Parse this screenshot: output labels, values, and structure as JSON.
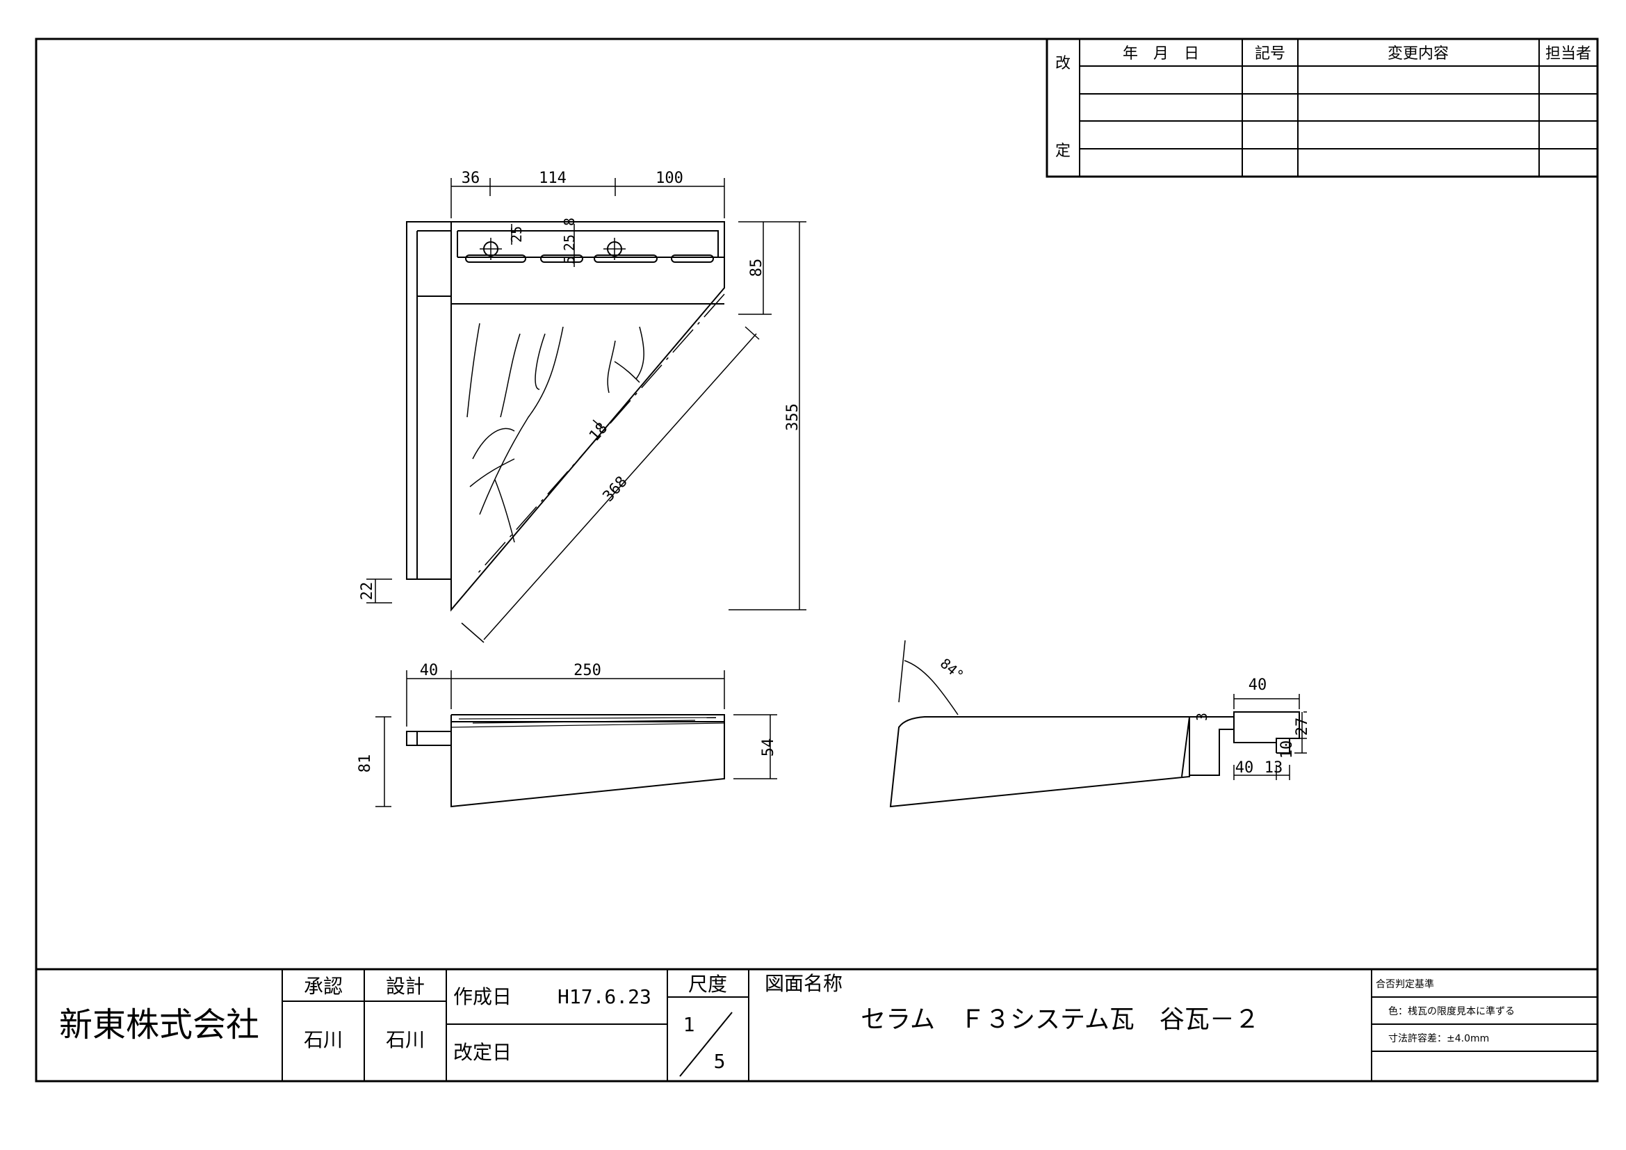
{
  "revision_table": {
    "side_label_top": "改",
    "side_label_bottom": "定",
    "headers": [
      "年　月　日",
      "記号",
      "変更内容",
      "担当者"
    ]
  },
  "title_block": {
    "company": "新東株式会社",
    "approval_label": "承認",
    "design_label": "設計",
    "approver": "石川",
    "designer": "石川",
    "created_label": "作成日",
    "created_date": "H17.6.23",
    "revised_label": "改定日",
    "scale_label": "尺度",
    "scale_num": "1",
    "scale_den": "5",
    "drawing_name_label": "図面名称",
    "drawing_name": "セラム　Ｆ３システム瓦　谷瓦－２",
    "criteria_title": "合否判定基準",
    "criteria_color": "色：桟瓦の限度見本に準ずる",
    "criteria_tolerance": "寸法許容差：±4.0mm"
  },
  "dimensions": {
    "plan_top": [
      "36",
      "114",
      "100"
    ],
    "plan_holes_25": "25",
    "plan_holes_5": "5",
    "plan_holes_258": "25 8",
    "plan_85": "85",
    "plan_355": "355",
    "plan_18": "18",
    "plan_368": "368",
    "plan_22": "22",
    "side_40": "40",
    "side_250": "250",
    "side_81": "81",
    "side_54": "54",
    "section_angle": "84°",
    "section_40_top": "40",
    "section_3": "3",
    "section_10": "10",
    "section_27": "27",
    "section_40_bottom": "40",
    "section_13": "13"
  }
}
